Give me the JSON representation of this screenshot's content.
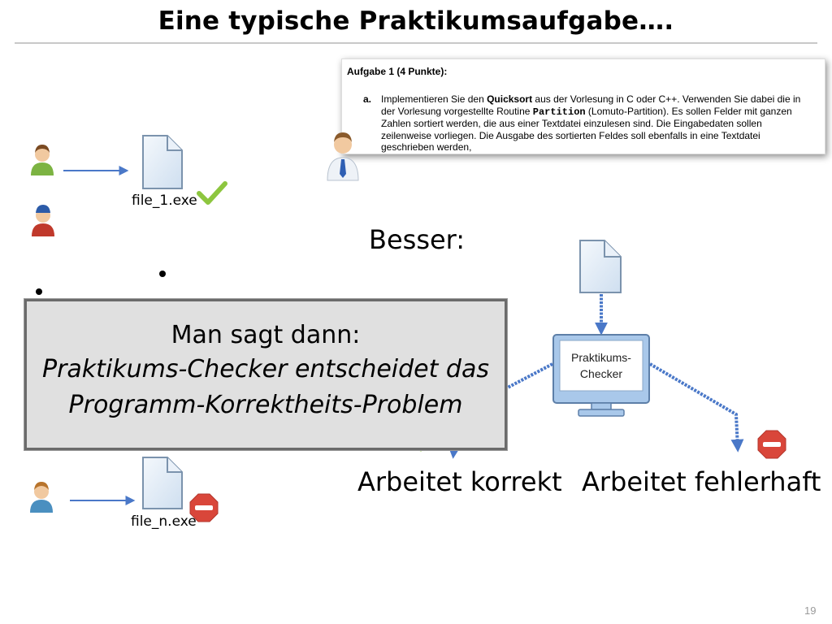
{
  "title": "Eine typische Praktikumsaufgabe….",
  "task": {
    "heading": "Aufgabe 1 (4 Punkte):",
    "item_label": "a.",
    "text_1": "Implementieren Sie den ",
    "text_bold": "Quicksort",
    "text_2": " aus der Vorlesung in C oder C++. Verwenden Sie dabei die in der Vorlesung vorgestellte Routine ",
    "text_mono": "Partition",
    "text_3": " (Lomuto-Partition). Es sollen Felder mit ganzen Zahlen sortiert werden, die aus einer Textdatei einzulesen sind. Die Eingabedaten sollen zeilenweise vorliegen. Die Ausgabe des sortierten Feldes soll ebenfalls in eine Textdatei geschrieben werden,"
  },
  "left": {
    "file_1": "file_1.exe",
    "file_n": "file_n.exe"
  },
  "besser": "Besser:",
  "checker": {
    "line_1": "Praktikums-",
    "line_2": "Checker"
  },
  "result_ok": "Arbeitet korrekt",
  "result_fail": "Arbeitet fehlerhaft",
  "overlay": {
    "line_1": "Man sagt dann:",
    "line_2": "Praktikums-Checker entscheidet das",
    "line_3": "Programm-Korrektheits-Problem"
  },
  "page_number": "19",
  "colors": {
    "arrow_blue": "#4a78c8",
    "doc_fill": "#dde9f6",
    "doc_stroke": "#7b93ad",
    "check_green": "#8dc63f",
    "stop_red": "#d9463a",
    "overlay_bg": "#e0e0e0"
  },
  "icons": [
    "person-female-icon",
    "person-male-cap-icon",
    "person-male-icon",
    "teacher-icon",
    "document-icon",
    "checkmark-icon",
    "stop-icon",
    "monitor-icon"
  ]
}
